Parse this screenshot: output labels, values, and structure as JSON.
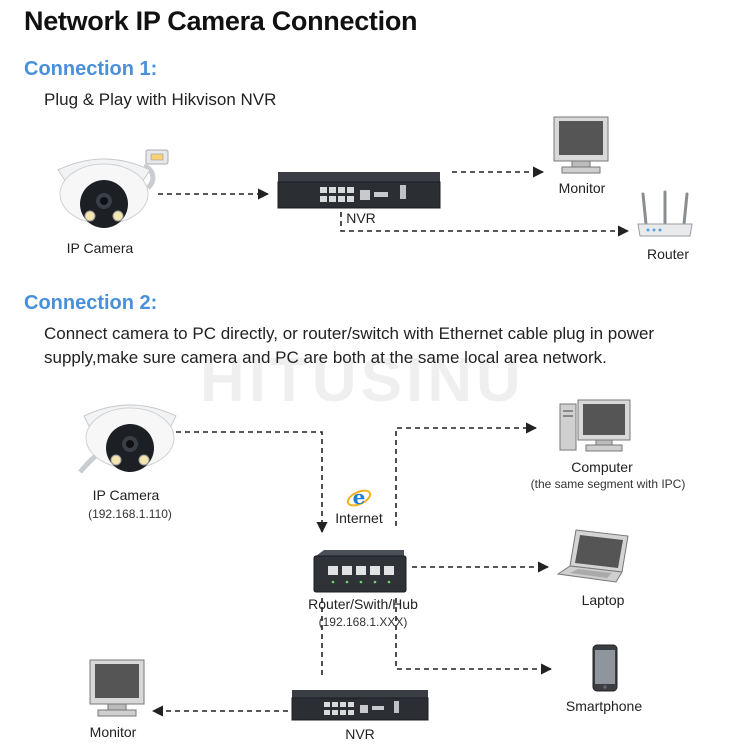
{
  "title": "Network IP Camera Connection",
  "watermark": "HITUSINU",
  "connection1": {
    "heading": "Connection 1:",
    "description": "Plug & Play with Hikvison NVR",
    "labels": {
      "camera": "IP Camera",
      "nvr": "NVR",
      "monitor": "Monitor",
      "router": "Router"
    }
  },
  "connection2": {
    "heading": "Connection 2:",
    "description_line1": "Connect camera to PC directly, or router/switch with Ethernet cable plug in power",
    "description_line2": "supply,make sure camera and PC are both at the same local area network.",
    "labels": {
      "camera": "IP Camera",
      "camera_ip": "(192.168.1.110)",
      "internet": "Internet",
      "computer": "Computer",
      "computer_note": "(the same segment with IPC)",
      "router": "Router/Swith/Hub",
      "router_ip": "(192.168.1.XXX)",
      "laptop": "Laptop",
      "smartphone": "Smartphone",
      "monitor": "Monitor",
      "nvr": "NVR"
    }
  },
  "colors": {
    "heading": "#4a90d9",
    "line": "#222222",
    "device_dark": "#2f3338",
    "internet_icon": "#1e7fd0"
  }
}
